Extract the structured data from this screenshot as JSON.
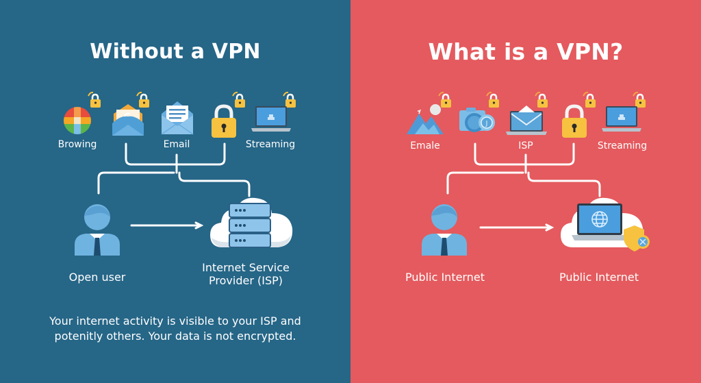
{
  "left_panel": {
    "title": "Without a VPN",
    "background": "#266687",
    "icons": [
      {
        "name": "browser-icon",
        "label": "Browing"
      },
      {
        "name": "mail-app-icon",
        "label": ""
      },
      {
        "name": "email-envelope-icon",
        "label": "Email"
      },
      {
        "name": "padlock-icon",
        "label": ""
      },
      {
        "name": "laptop-icon",
        "label": "Streaming"
      }
    ],
    "user_label": "Open user",
    "server_label_line1": "Internet Service",
    "server_label_line2": "Provider (ISP)",
    "footnote_line1": "Your internet activity is visible to your ISP and",
    "footnote_line2": "potenitly others. Your data is not encrypted."
  },
  "right_panel": {
    "title": "What is a VPN?",
    "background": "#e45a5e",
    "icons": [
      {
        "name": "mountain-icon",
        "label": "Emale"
      },
      {
        "name": "camera-icon",
        "label": ""
      },
      {
        "name": "laptop-mail-icon",
        "label": "ISP"
      },
      {
        "name": "padlock-icon",
        "label": ""
      },
      {
        "name": "laptop-icon",
        "label": "Streaming"
      }
    ],
    "user_label": "Public Internet",
    "server_label": "Public Internet"
  },
  "colors": {
    "lock_yellow": "#f6c240",
    "icon_blue": "#6fb3e0",
    "line_white": "#ffffff"
  }
}
